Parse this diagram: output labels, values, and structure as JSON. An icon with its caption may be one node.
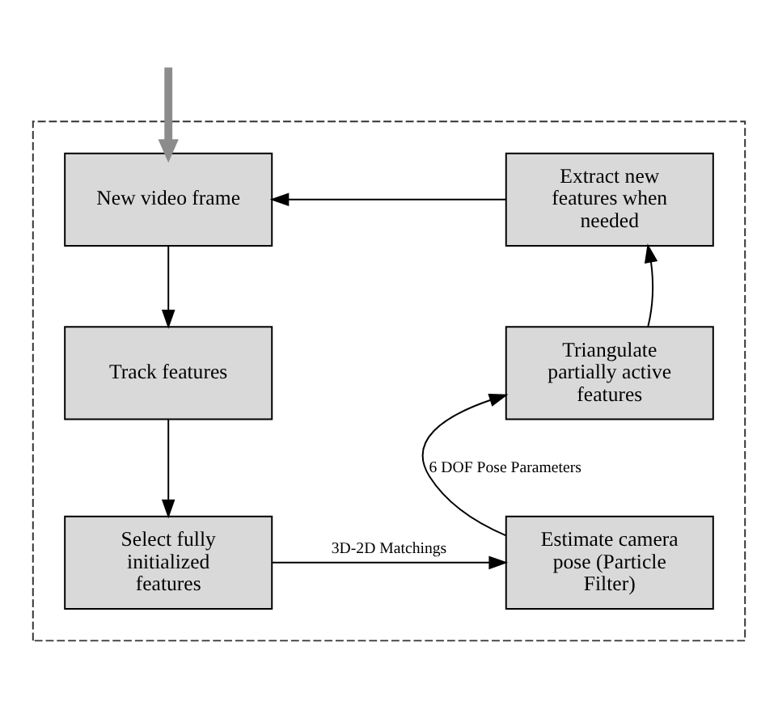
{
  "diagram": {
    "nodes": [
      {
        "text": [],
        "shape": "box"
      },
      {
        "text": [
          "New video frame"
        ],
        "in": 0
      },
      {
        "text": [
          "Track features"
        ],
        "in": 0
      },
      {
        "text": [
          "Select fully initialized features"
        ],
        "in": 0
      },
      {
        "text": [
          "Estimate camera pose (Particle Filter)"
        ],
        "in": 0
      },
      {
        "text": [
          "Triangulate partially active features"
        ],
        "in": 0
      },
      {
        "text": [
          "Extract new features when needed"
        ],
        "in": 0
      }
    ],
    "edges": [
      {
        "from": null,
        "to": 1,
        "arrow": "to",
        "style": "thick",
        "color": "#8c8c8c"
      },
      {
        "from": 1,
        "to": 2,
        "arrow": "to"
      },
      {
        "from": 2,
        "to": 3,
        "arrow": "to"
      },
      {
        "from": 3,
        "to": 4,
        "arrow": "to",
        "label": "3D-2D Matchings"
      },
      {
        "from": 4,
        "to": 5,
        "arrow": "to",
        "label": "6 DOF Pose Parameters"
      },
      {
        "from": 5,
        "to": 6,
        "arrow": "to"
      },
      {
        "from": 6,
        "to": 1,
        "arrow": "to"
      }
    ]
  }
}
